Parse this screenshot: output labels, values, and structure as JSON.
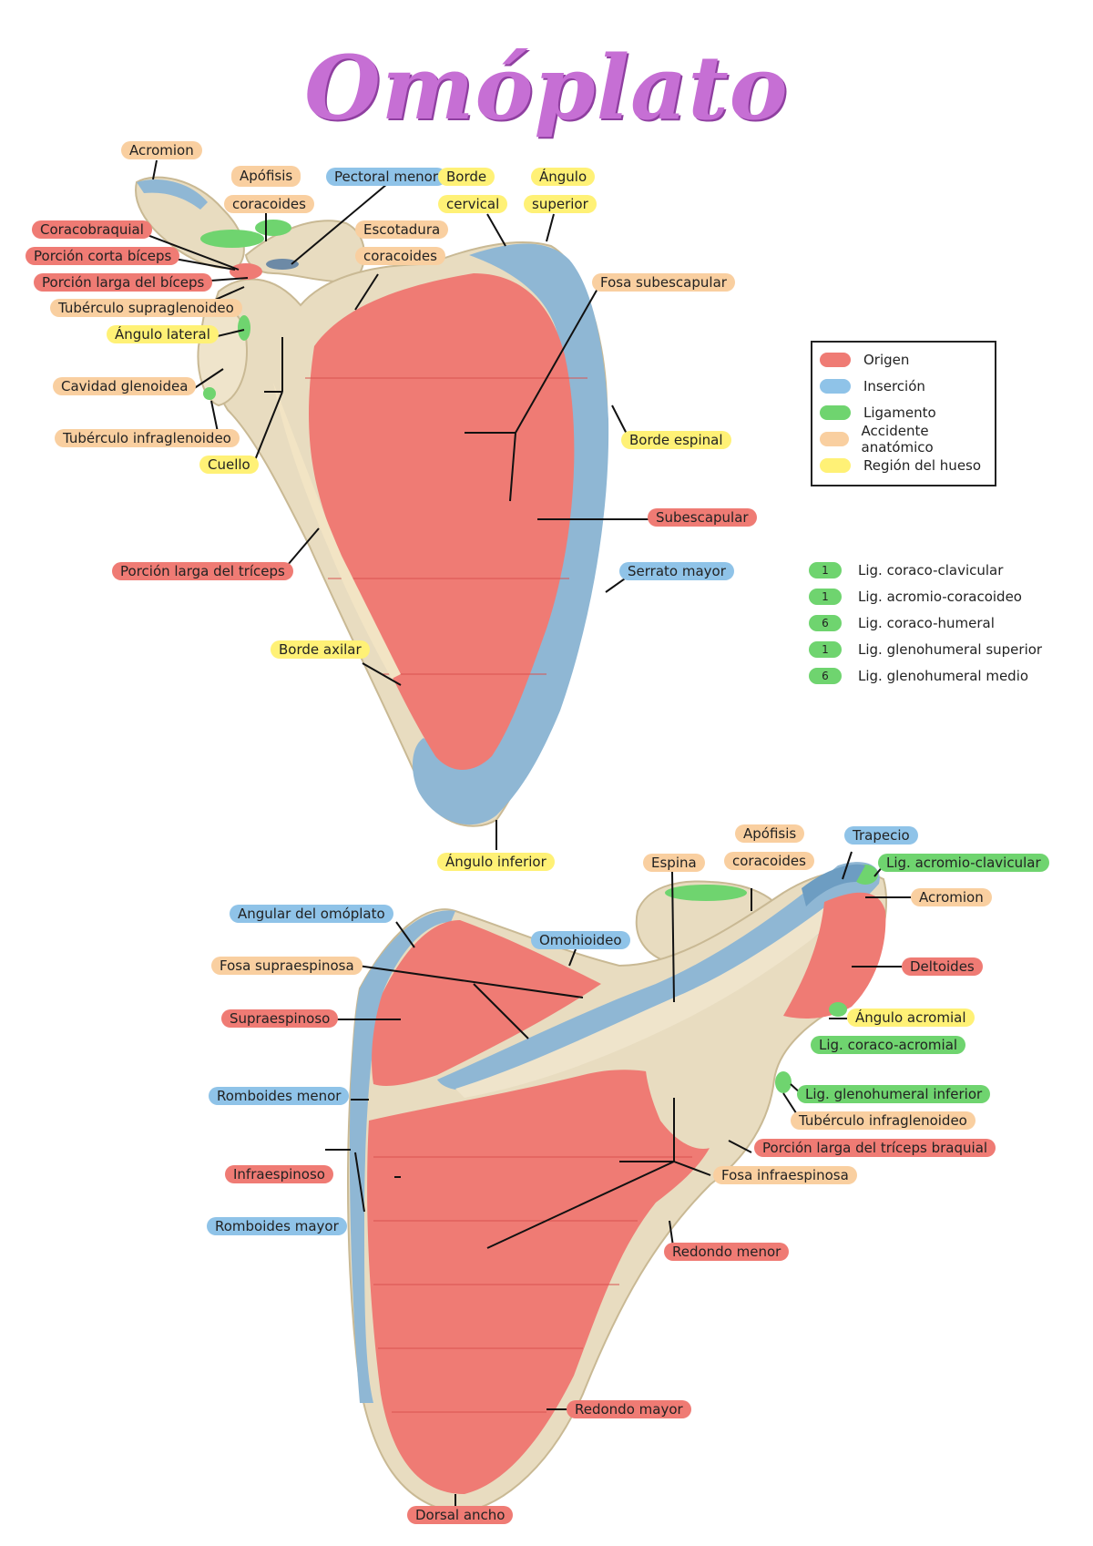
{
  "title": "Omóplato",
  "colors": {
    "origen": "#ef7b74",
    "insercion": "#8fc3e8",
    "ligamento": "#6fd46f",
    "accidente": "#f9cfa0",
    "region": "#fff176",
    "bone": "#e8dcc0"
  },
  "legend": {
    "items": [
      {
        "label": "Origen",
        "color": "#ef7b74"
      },
      {
        "label": "Inserción",
        "color": "#8fc3e8"
      },
      {
        "label": "Ligamento",
        "color": "#6fd46f"
      },
      {
        "label": "Accidente anatómico",
        "color": "#f9cfa0"
      },
      {
        "label": "Región del hueso",
        "color": "#fff176"
      }
    ]
  },
  "ligaments": [
    {
      "num": "1",
      "label": "Lig. coraco-clavicular"
    },
    {
      "num": "1",
      "label": "Lig. acromio-coracoideo"
    },
    {
      "num": "6",
      "label": "Lig. coraco-humeral"
    },
    {
      "num": "1",
      "label": "Lig. glenohumeral superior"
    },
    {
      "num": "6",
      "label": "Lig. glenohumeral medio"
    }
  ],
  "anterior_labels": {
    "acromion": "Acromion",
    "apofisis_coracoides_1": "Apófisis",
    "apofisis_coracoides_2": "coracoides",
    "pectoral_menor": "Pectoral menor",
    "borde_cervical_1": "Borde",
    "borde_cervical_2": "cervical",
    "angulo_superior_1": "Ángulo",
    "angulo_superior_2": "superior",
    "coracobraquial": "Coracobraquial",
    "porcion_corta_biceps": "Porción corta bíceps",
    "escotadura_1": "Escotadura",
    "escotadura_2": "coracoides",
    "porcion_larga_biceps": "Porción larga del bíceps",
    "tuberculo_supraglenoideo": "Tubérculo supraglenoideo",
    "fosa_subescapular": "Fosa subescapular",
    "angulo_lateral": "Ángulo lateral",
    "cavidad_glenoidea": "Cavidad glenoidea",
    "borde_espinal": "Borde espinal",
    "tuberculo_infraglenoideo": "Tubérculo infraglenoideo",
    "cuello": "Cuello",
    "subescapular": "Subescapular",
    "porcion_larga_triceps": "Porción larga del tríceps",
    "serrato_mayor": "Serrato mayor",
    "borde_axilar": "Borde axilar",
    "angulo_inferior": "Ángulo inferior"
  },
  "posterior_labels": {
    "apofisis_1": "Apófisis",
    "apofisis_2": "coracoides",
    "trapecio": "Trapecio",
    "espina": "Espina",
    "lig_acromio_clavicular": "Lig. acromio-clavicular",
    "angular_omoplato": "Angular del omóplato",
    "acromion": "Acromion",
    "omohioideo": "Omohioideo",
    "fosa_supraespinosa": "Fosa supraespinosa",
    "deltoides": "Deltoides",
    "supraespinoso": "Supraespinoso",
    "angulo_acromial": "Ángulo acromial",
    "lig_coraco_acromial": "Lig. coraco-acromial",
    "romboides_menor": "Romboides menor",
    "lig_glenohumeral_inferior": "Lig. glenohumeral inferior",
    "tuberculo_infraglenoideo": "Tubérculo infraglenoideo",
    "porcion_larga_triceps": "Porción larga del tríceps braquial",
    "infraespinoso": "Infraespinoso",
    "fosa_infraespinosa": "Fosa infraespinosa",
    "romboides_mayor": "Romboides mayor",
    "redondo_menor": "Redondo menor",
    "redondo_mayor": "Redondo mayor",
    "dorsal_ancho": "Dorsal ancho"
  }
}
